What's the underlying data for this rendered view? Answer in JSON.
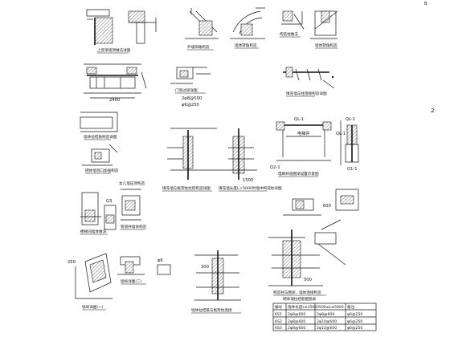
{
  "sheet": {
    "corner_mark": "B",
    "side_mark": "2"
  },
  "labels": {
    "ql1": "QL-1",
    "n2400": "2400",
    "n1500": "1500",
    "n600": "600",
    "n300": "300",
    "n500": "500",
    "n250": "250",
    "ql1_b": "QL-1",
    "q2": "Q2-1"
  },
  "table": {
    "header": [
      "编号",
      "墙体长度L≤3500",
      "3500≤L≤5000",
      "备注"
    ],
    "rows": [
      [
        "KS1",
        "2φ8@600",
        "2φ8@600",
        "φ6@250"
      ],
      [
        "KS2",
        "2φ8@600",
        "2φ10@600",
        "φ6@250"
      ],
      [
        "KS3",
        "2φ8@600",
        "2φ10@600",
        "φ6@250"
      ]
    ]
  },
  "figures": [
    {
      "id": "fig-lintel",
      "caption": "上反梁墙顶做法详图"
    },
    {
      "id": "fig-corner-a",
      "caption": "外墙阳角构造"
    },
    {
      "id": "fig-corner-b",
      "caption": "墙体转角构造"
    },
    {
      "id": "fig-corner-c",
      "caption": "构造柱做法"
    },
    {
      "id": "fig-door-opening",
      "caption": "门洞过梁详图"
    },
    {
      "id": "fig-wall-joint",
      "caption": "填充墙与柱连接构造详图"
    },
    {
      "id": "fig-rebar",
      "caption": "墙体拉结筋构造详图"
    },
    {
      "id": "fig-opening",
      "caption": "砌体墙洞口加强构造"
    },
    {
      "id": "fig-parapet",
      "caption": "女儿墙压顶构造"
    },
    {
      "id": "fig-col-a",
      "caption": "填充墙与框架柱拉结构造详图"
    },
    {
      "id": "fig-col-b",
      "caption": "填充墙长度L＞5000时墙中构造柱详图"
    },
    {
      "id": "fig-lift",
      "caption": "电梯井道圈梁设置示意图"
    },
    {
      "id": "fig-stair",
      "caption": "楼梯间墙体做法"
    },
    {
      "id": "fig-pipe",
      "caption": "管道井墙体构造"
    },
    {
      "id": "fig-pier-a",
      "caption": "墙垛详图(一)"
    },
    {
      "id": "fig-pier-b",
      "caption": "墙垛详图(二)"
    },
    {
      "id": "fig-sect",
      "caption": "墙体拉结筋与框架柱连接"
    },
    {
      "id": "fig-joint",
      "caption": "构造柱与圈梁、墙体连接构造"
    }
  ],
  "table_title": "砌体墙拉结筋配筋表"
}
